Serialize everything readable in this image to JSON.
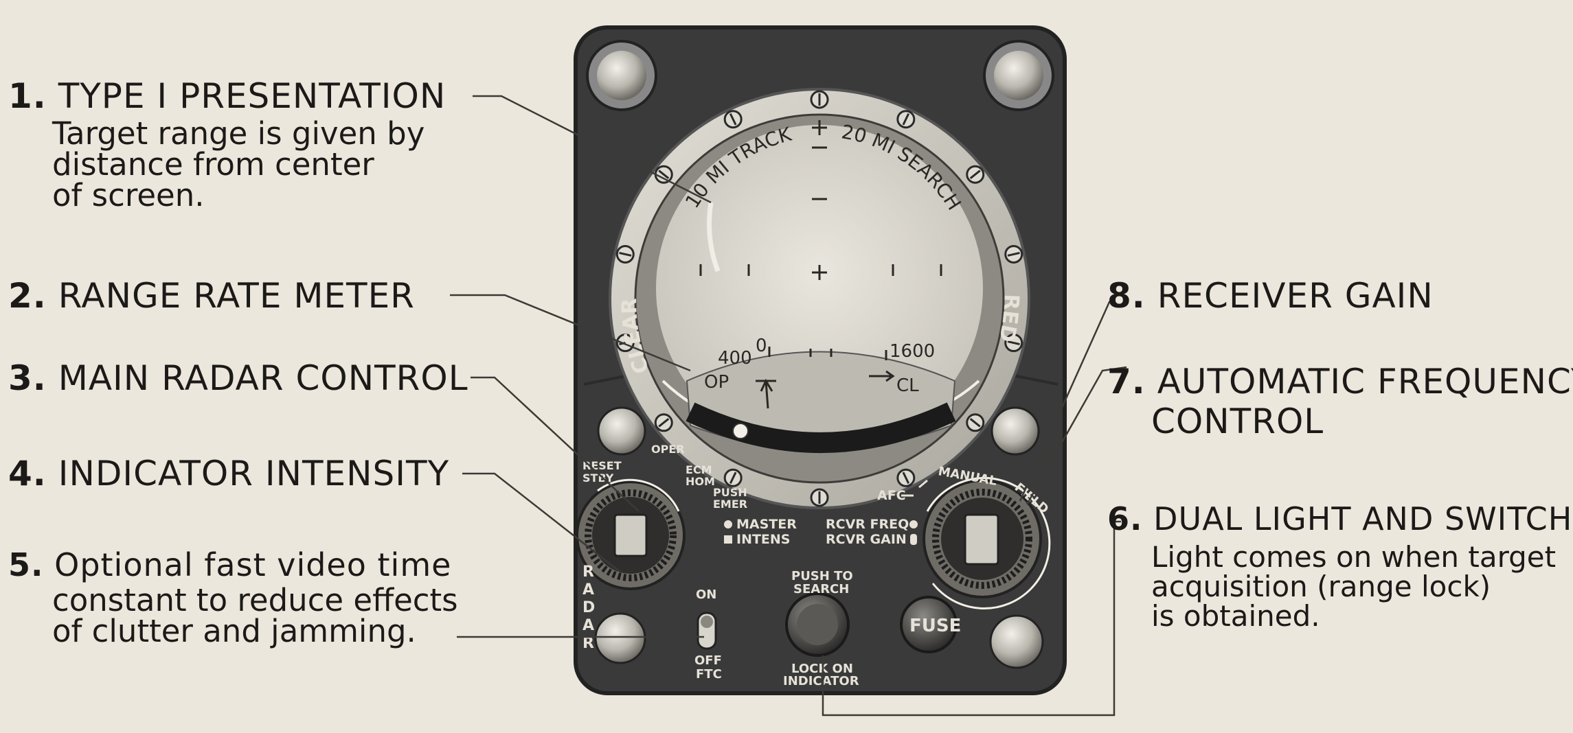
{
  "callouts": [
    {
      "number": "1.",
      "title": "TYPE I PRESENTATION",
      "description": [
        "Target range is given by",
        "distance from center",
        "of screen."
      ]
    },
    {
      "number": "2.",
      "title": "RANGE RATE METER"
    },
    {
      "number": "3.",
      "title": "MAIN RADAR CONTROL"
    },
    {
      "number": "4.",
      "title": "INDICATOR INTENSITY"
    },
    {
      "number": "5.",
      "title": "Optional fast video time",
      "description": [
        "constant to reduce effects",
        "of clutter and jamming."
      ]
    },
    {
      "number": "6.",
      "title": "DUAL LIGHT AND SWITCH",
      "description": [
        "Light comes on when target",
        "acquisition (range lock)",
        "is obtained."
      ]
    },
    {
      "number": "7.",
      "title": "AUTOMATIC FREQUENCY",
      "description": [
        "CONTROL"
      ]
    },
    {
      "number": "8.",
      "title": "RECEIVER GAIN"
    }
  ],
  "panel": {
    "scale_track": "10 MI TRACK",
    "scale_search": "20 MI SEARCH",
    "clear": "CLEAR",
    "red": "RED",
    "meter_400": "400",
    "meter_0": "0",
    "meter_1600": "1600",
    "meter_op": "OP",
    "meter_cl": "CL",
    "reset": "RESET",
    "stby": "STBY",
    "oper": "OPER",
    "ecm": "ECM",
    "hom": "HOM",
    "push": "PUSH",
    "emer": "EMER",
    "master": "MASTER",
    "intens": "INTENS",
    "rcvr_freq": "RCVR FREQ",
    "rcvr_gain": "RCVR GAIN",
    "afc": "AFC",
    "manual": "MANUAL",
    "field": "FIELD",
    "radar_letters": [
      "R",
      "A",
      "D",
      "A",
      "R"
    ],
    "on": "ON",
    "off": "OFF",
    "ftc": "FTC",
    "push_to": "PUSH TO",
    "search": "SEARCH",
    "lock_on": "LOCK ON",
    "indicator": "INDICATOR",
    "fuse": "FUSE"
  }
}
